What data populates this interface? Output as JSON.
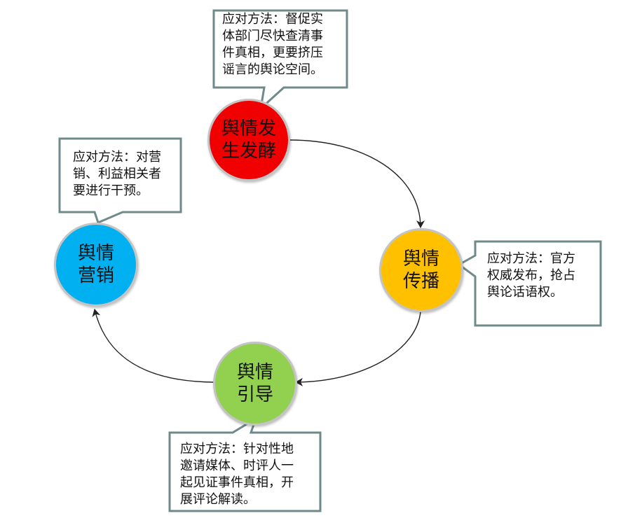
{
  "nodes": {
    "fajiao": {
      "line1": "舆情发",
      "line2": "生发酵",
      "color": "#f00000"
    },
    "chuanbo": {
      "line1": "舆情",
      "line2": "传播",
      "color": "#ffc000"
    },
    "yindao": {
      "line1": "舆情",
      "line2": "引导",
      "color": "#92d050"
    },
    "yingxiao": {
      "line1": "舆情",
      "line2": "营销",
      "color": "#00b0f0"
    }
  },
  "callouts": {
    "fajiao": [
      "应对方法：督促实",
      "体部门尽快查清事",
      "件真相，更要挤压",
      "谣言的舆论空间。"
    ],
    "chuanbo": [
      "应对方法：官方",
      "权威发布，抢占",
      "舆论话语权。"
    ],
    "yindao": [
      "应对方法：针对性地",
      "邀请媒体、时评人一",
      "起见证事件真相，开",
      "展评论解读。"
    ],
    "yingxiao": [
      "应对方法：对营",
      "销、利益相关者",
      "要进行干预。"
    ]
  },
  "colors": {
    "callout_border": "#6f8a8a",
    "arrow": "#222222"
  }
}
